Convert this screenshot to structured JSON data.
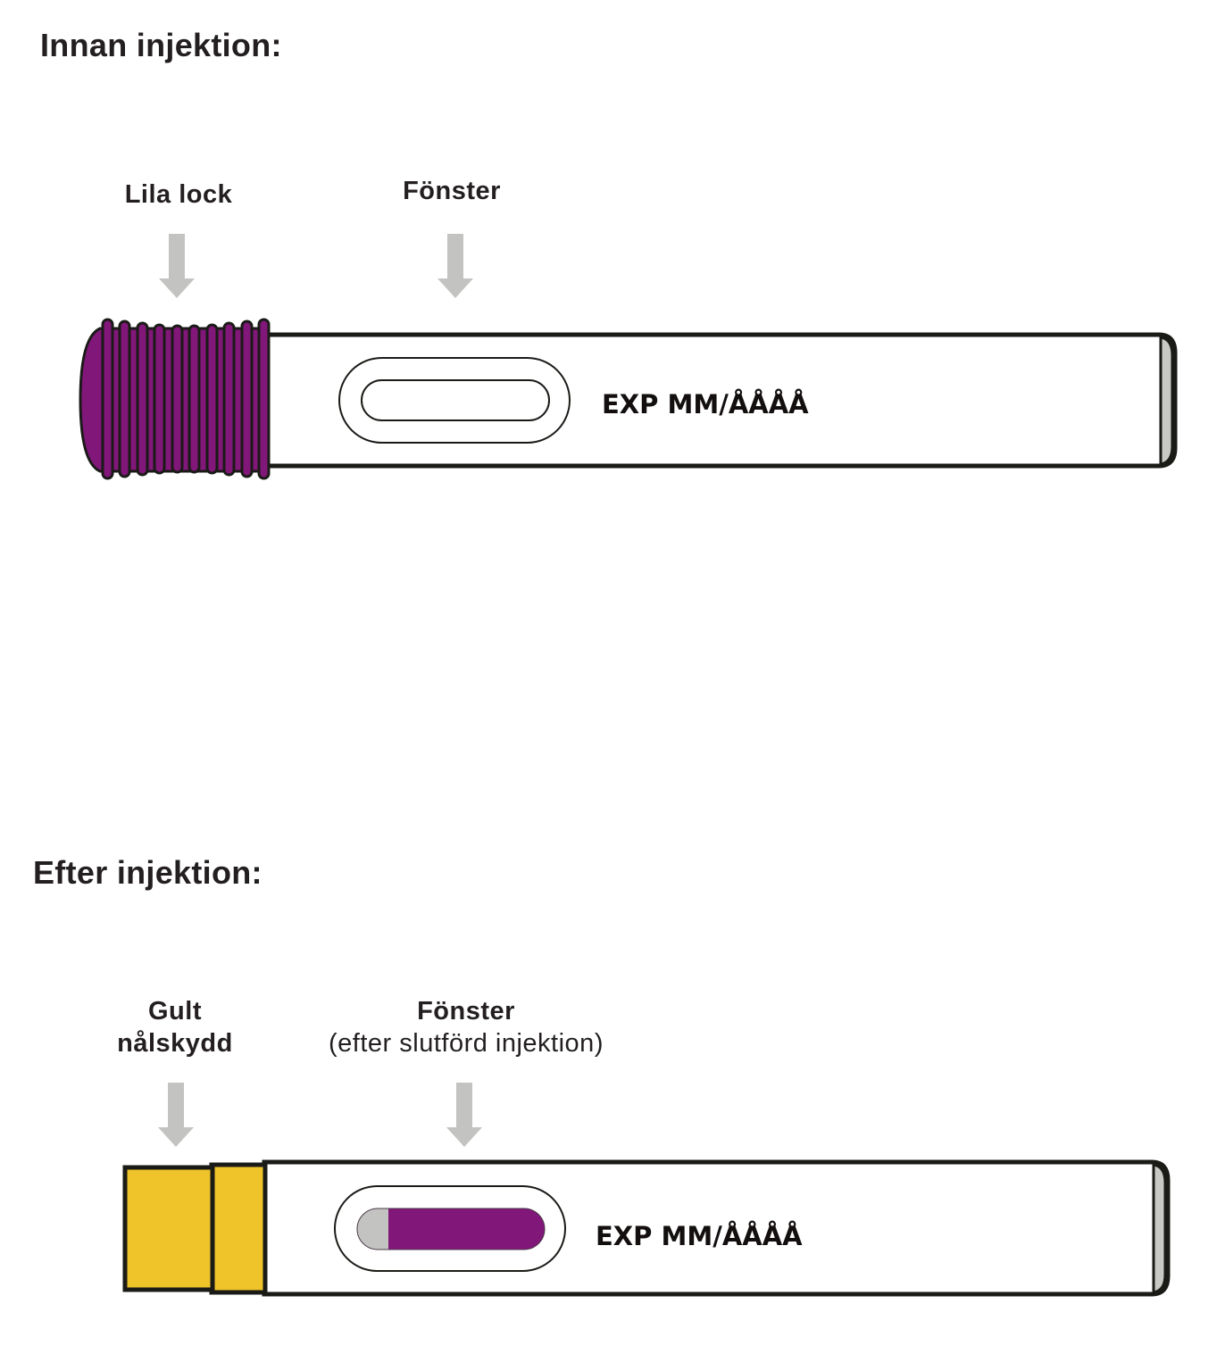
{
  "sections": [
    {
      "heading": "Innan injektion:",
      "labels": {
        "cap": "Lila lock",
        "window": "Fönster"
      },
      "exp_text": "EXP MM/ÅÅÅÅ",
      "cap_color": "#82177a",
      "window_state": "empty"
    },
    {
      "heading": "Efter injektion:",
      "labels": {
        "cap_line1": "Gult",
        "cap_line2": "nålskydd",
        "window": "Fönster",
        "window_note": "(efter slutförd injektion)"
      },
      "exp_text": "EXP MM/ÅÅÅÅ",
      "cap_color": "#eec42a",
      "window_state": "filled",
      "window_fill_color": "#82177a"
    }
  ],
  "colors": {
    "outline": "#1a1a17",
    "arrow": "#c3c3c2",
    "end_cap": "#c8c8c6"
  }
}
